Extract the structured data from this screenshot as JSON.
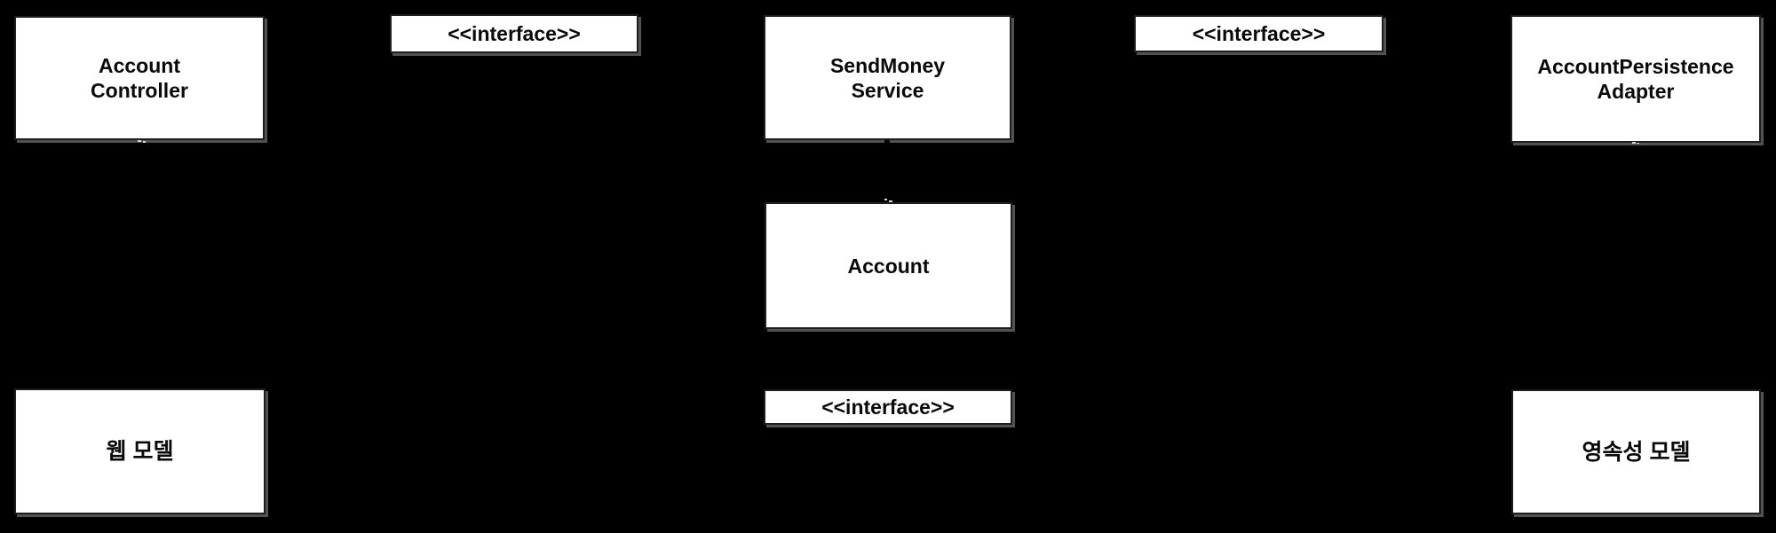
{
  "canvas": {
    "background": "#000000",
    "box_fill": "#ffffff",
    "box_border": "#1e1e1e",
    "box_shadow_gray": "#969696",
    "label_color": "#0a0a0a"
  },
  "diagram": {
    "type": "uml-component-diagram",
    "nodes": {
      "account_controller": {
        "label": "Account\nController"
      },
      "interface_top_left": {
        "label": "<<interface>>"
      },
      "send_money_service": {
        "label": "SendMoney\nService"
      },
      "interface_top_right": {
        "label": "<<interface>>"
      },
      "account_persistence_adapter": {
        "label": "AccountPersistence\nAdapter"
      },
      "account": {
        "label": "Account"
      },
      "interface_bottom": {
        "label": "<<interface>>"
      },
      "web_model": {
        "label": "웹 모델"
      },
      "persistence_model": {
        "label": "영속성 모델"
      }
    }
  }
}
